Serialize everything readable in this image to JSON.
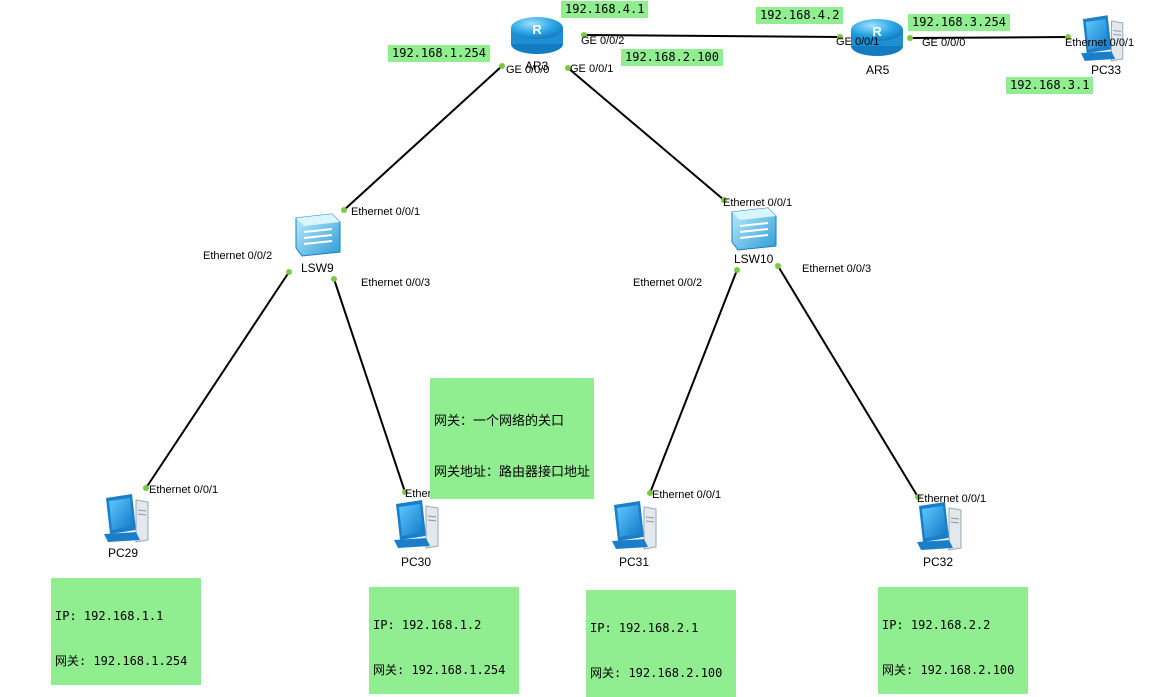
{
  "devices": {
    "ar3": {
      "name": "AR3"
    },
    "ar5": {
      "name": "AR5"
    },
    "pc33": {
      "name": "PC33"
    },
    "lsw9": {
      "name": "LSW9"
    },
    "lsw10": {
      "name": "LSW10"
    },
    "pc29": {
      "name": "PC29"
    },
    "pc30": {
      "name": "PC30"
    },
    "pc31": {
      "name": "PC31"
    },
    "pc32": {
      "name": "PC32"
    }
  },
  "ports": {
    "ar3_ge002": "GE 0/0/2",
    "ar3_ge000": "GE 0/0/0",
    "ar3_ge001": "GE 0/0/1",
    "ar5_ge001": "GE 0/0/1",
    "ar5_ge000": "GE 0/0/0",
    "pc33_eth": "Ethernet 0/0/1",
    "lsw9_eth1": "Ethernet 0/0/1",
    "lsw9_eth2": "Ethernet 0/0/2",
    "lsw9_eth3": "Ethernet 0/0/3",
    "lsw10_eth1": "Ethernet 0/0/1",
    "lsw10_eth2": "Ethernet 0/0/2",
    "lsw10_eth3": "Ethernet 0/0/3",
    "pc29_eth": "Ethernet 0/0/1",
    "pc30_eth": "Ethernet 0/0/1",
    "pc31_eth": "Ethernet 0/0/1",
    "pc32_eth": "Ethernet 0/0/1"
  },
  "labels": {
    "ar3_ip_ge002": "192.168.4.1",
    "ar5_ip_ge001": "192.168.4.2",
    "ar5_ip_ge000": "192.168.3.254",
    "pc33_ip": "192.168.3.1",
    "ar3_ip_ge000": "192.168.1.254",
    "ar3_ip_ge001": "192.168.2.100",
    "definition_line1": "网关：一个网络的关口",
    "definition_line2": "网关地址：路由器接口地址",
    "pc29_ip": "IP: 192.168.1.1",
    "pc29_gw": "网关: 192.168.1.254",
    "pc30_ip": "IP: 192.168.1.2",
    "pc30_gw": "网关: 192.168.1.254",
    "pc31_ip": "IP: 192.168.2.1",
    "pc31_gw": "网关: 192.168.2.100",
    "pc32_ip": "IP: 192.168.2.2",
    "pc32_gw": "网关: 192.168.2.100"
  },
  "colors": {
    "label_bg": "#90ee90",
    "port_dot": "#7ac943",
    "link": "#000000",
    "device_blue": "#1e9be0"
  }
}
